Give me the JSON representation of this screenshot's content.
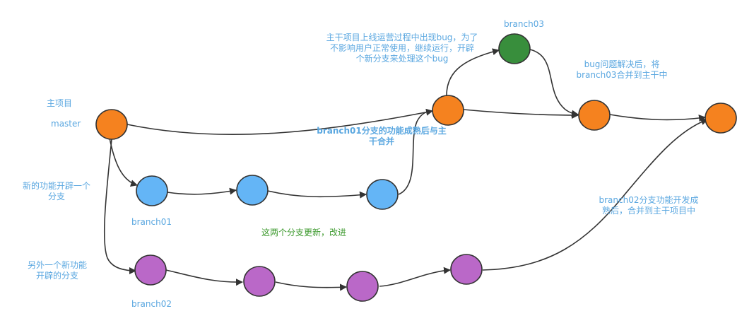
{
  "colors": {
    "master": "#f5821f",
    "branch01": "#64b5f6",
    "branch02": "#ba68c8",
    "branch03": "#388e3c",
    "annotation_blue": "#5aa7e0",
    "annotation_green": "#3d9a2e",
    "line": "#333333"
  },
  "labels": {
    "main_project": "主项目",
    "master": "master",
    "new_feature": [
      "新的功能开辟一个",
      "分支"
    ],
    "branch01": "branch01",
    "another_feature": [
      "另外一个新功能",
      "开辟的分支"
    ],
    "branch02": "branch02",
    "branch03": "branch03",
    "bug_note": [
      "主干项目上线运营过程中出现bug，为了",
      "不影响用户正常使用，继续运行，开辟",
      "个新分支来处理这个bug"
    ],
    "bug_fixed": [
      "bug问题解决后，将",
      "branch03合并到主干中"
    ],
    "branch01_merge": [
      "branch01分支的功能成熟后与主",
      "干合并"
    ],
    "update_note": "这两个分支更新，改进",
    "branch02_merge": [
      "branch02分支功能开发成",
      "熟后，合并到主干项目中"
    ]
  }
}
